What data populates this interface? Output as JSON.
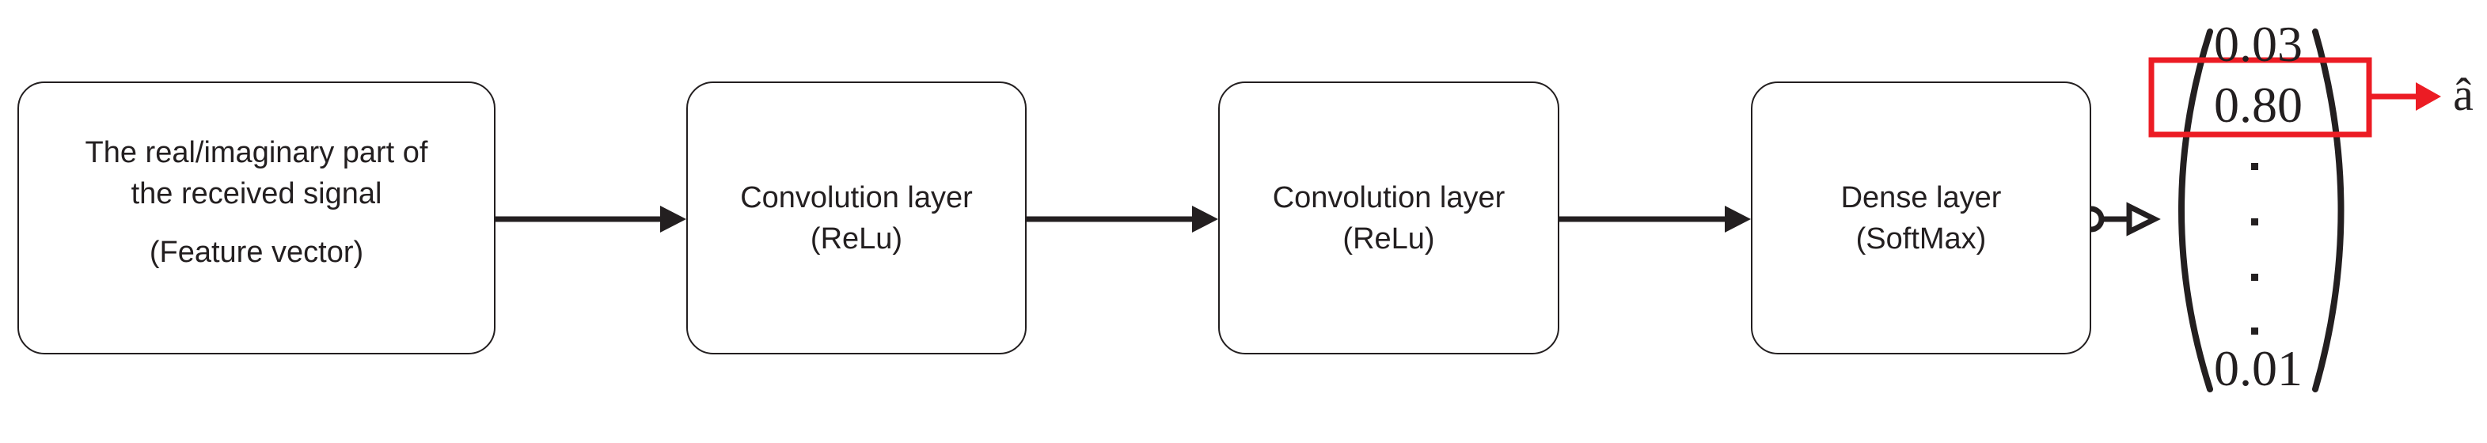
{
  "diagram": {
    "boxes": [
      {
        "id": "input",
        "title": "The real/imaginary part of\nthe received signal",
        "subtitle": "(Feature vector)"
      },
      {
        "id": "conv1",
        "title": "Convolution layer",
        "subtitle": "(ReLu)"
      },
      {
        "id": "conv2",
        "title": "Convolution layer",
        "subtitle": "(ReLu)"
      },
      {
        "id": "dense",
        "title": "Dense layer",
        "subtitle": "(SoftMax)"
      }
    ],
    "output_vector": {
      "top_value": "0.03",
      "highlighted_value": "0.80",
      "ellipsis_dots_count": 4,
      "bottom_value": "0.01",
      "prediction_label": "â"
    },
    "colors": {
      "ink": "#231f20",
      "highlight_red": "#ec1c24"
    }
  }
}
